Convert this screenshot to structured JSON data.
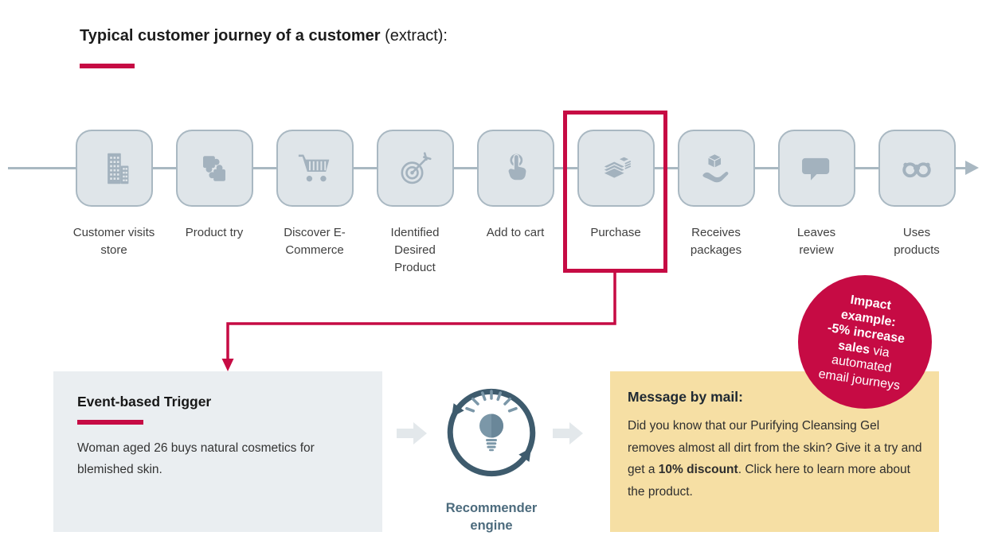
{
  "title": {
    "bold": "Typical customer journey of a customer",
    "regular": " (extract):"
  },
  "journey": {
    "steps": [
      {
        "label": "Customer visits\nstore",
        "icon": "building-icon"
      },
      {
        "label": "Product try",
        "icon": "puzzle-icon"
      },
      {
        "label": "Discover E-\nCommerce",
        "icon": "cart-icon"
      },
      {
        "label": "Identified\nDesired\nProduct",
        "icon": "target-icon"
      },
      {
        "label": "Add to cart",
        "icon": "tap-icon"
      },
      {
        "label": "Purchase",
        "icon": "money-stack-icon",
        "highlighted": true
      },
      {
        "label": "Receives\npackages",
        "icon": "hand-package-icon"
      },
      {
        "label": "Leaves\nreview",
        "icon": "speech-bubble-icon"
      },
      {
        "label": "Uses\nproducts",
        "icon": "binoculars-icon"
      }
    ]
  },
  "trigger_box": {
    "title": "Event-based Trigger",
    "body": "Woman aged 26 buys natural cosmetics for blemished skin."
  },
  "recommender": {
    "label": "Recommender\nengine"
  },
  "mail_box": {
    "title": "Message by mail:",
    "body_pre": "Did you know that our Purifying Cleansing Gel removes almost all dirt from the skin? Give it a try and get a ",
    "body_bold": "10% discount",
    "body_post": ". Click here to learn more about the product."
  },
  "impact_badge": {
    "bold": "Impact\nexample:\n-5% increase\nsales",
    "regular": " via\nautomated\nemail journeys"
  },
  "colors": {
    "accent": "#C60B44",
    "node_fill": "#DFE5E9",
    "node_border": "#A9B8C2",
    "icon": "#A3B2BE",
    "trigger_bg": "#EAEEF1",
    "mail_bg": "#F6DFA4",
    "engine_dark": "#3E5B6D",
    "engine_mid": "#7B97A8",
    "engine_label": "#4C6B7D",
    "block_arrow": "#E3E8EB"
  }
}
